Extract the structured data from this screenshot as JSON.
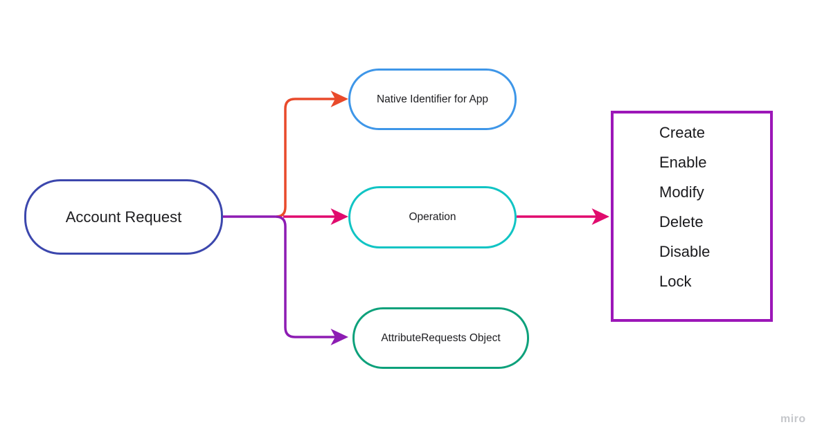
{
  "diagram": {
    "background_color": "#ffffff",
    "nodes": {
      "account_request": {
        "label": "Account Request",
        "border_color": "#3c47ad"
      },
      "native_identifier": {
        "label": "Native Identifier for App",
        "border_color": "#3e96e8"
      },
      "operation": {
        "label": "Operation",
        "border_color": "#11c4c4"
      },
      "attribute_requests": {
        "label": "AttributeRequests Object",
        "border_color": "#0da17b"
      },
      "operations_list": {
        "border_color": "#9c17b8",
        "items": [
          "Create",
          "Enable",
          "Modify",
          "Delete",
          "Disable",
          "Lock"
        ]
      }
    },
    "connectors": {
      "account_to_native": {
        "color": "#e94a2b"
      },
      "account_to_operation": {
        "color": "#e00b6e"
      },
      "account_to_attribute": {
        "color": "#8d1cb3"
      },
      "operation_to_list": {
        "color": "#e00b6e"
      }
    },
    "watermark": "miro"
  }
}
